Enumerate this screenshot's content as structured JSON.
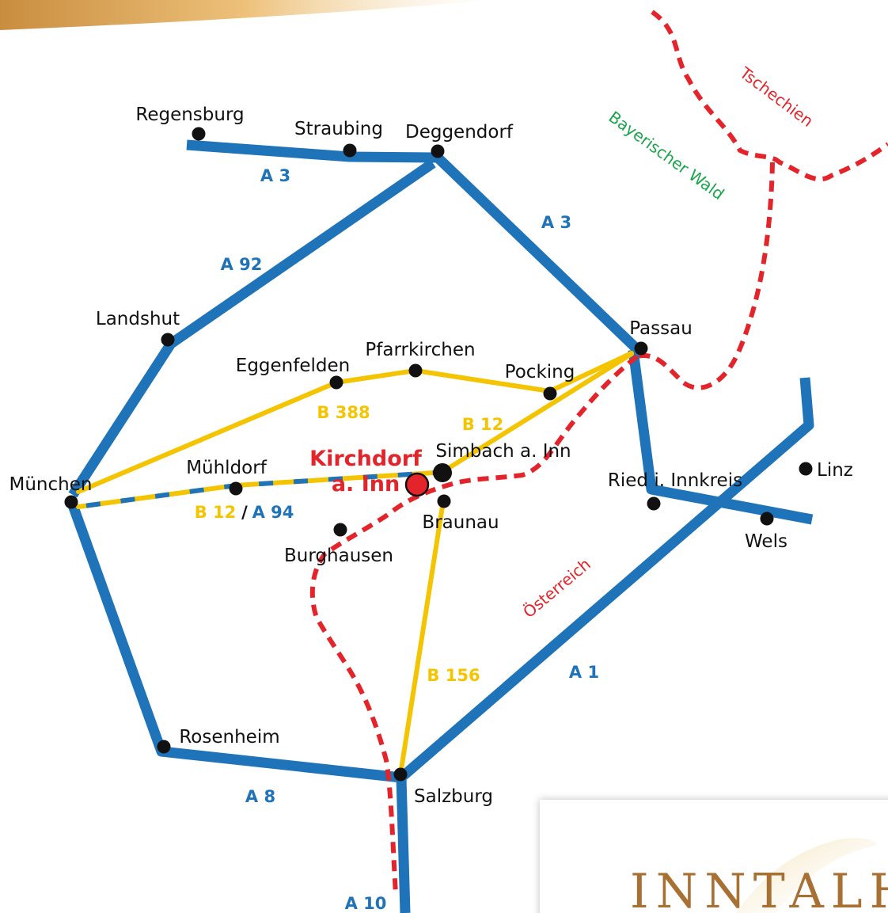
{
  "colors": {
    "motorway": "#1f73b8",
    "federal_road": "#f5c400",
    "border": "#e3242b",
    "forest_label": "#1aa54a",
    "highlight": "#e3242b",
    "logo": "#a87133"
  },
  "cities": {
    "regensburg": "Regensburg",
    "straubing": "Straubing",
    "deggendorf": "Deggendorf",
    "landshut": "Landshut",
    "passau": "Passau",
    "eggenfelden": "Eggenfelden",
    "pfarrkirchen": "Pfarrkirchen",
    "pocking": "Pocking",
    "muenchen": "München",
    "muehldorf": "Mühldorf",
    "simbach": "Simbach a. Inn",
    "braunau": "Braunau",
    "burghausen": "Burghausen",
    "ried": "Ried i. Innkreis",
    "linz": "Linz",
    "wels": "Wels",
    "rosenheim": "Rosenheim",
    "salzburg": "Salzburg"
  },
  "highlight": {
    "line1": "Kirchdorf",
    "line2": "a. Inn"
  },
  "roads": {
    "a3_west": "A 3",
    "a3_east": "A 3",
    "a92": "A 92",
    "b388": "B 388",
    "b12": "B 12",
    "b12_combo": "B 12",
    "a94": "A 94",
    "slash": "/",
    "b156": "B 156",
    "a1": "A 1",
    "a8": "A 8",
    "a10": "A 10"
  },
  "regions": {
    "czech": "Tschechien",
    "bavarian_forest": "Bayerischer Wald",
    "austria": "Österreich"
  },
  "logo": {
    "text": "INNTALH"
  }
}
